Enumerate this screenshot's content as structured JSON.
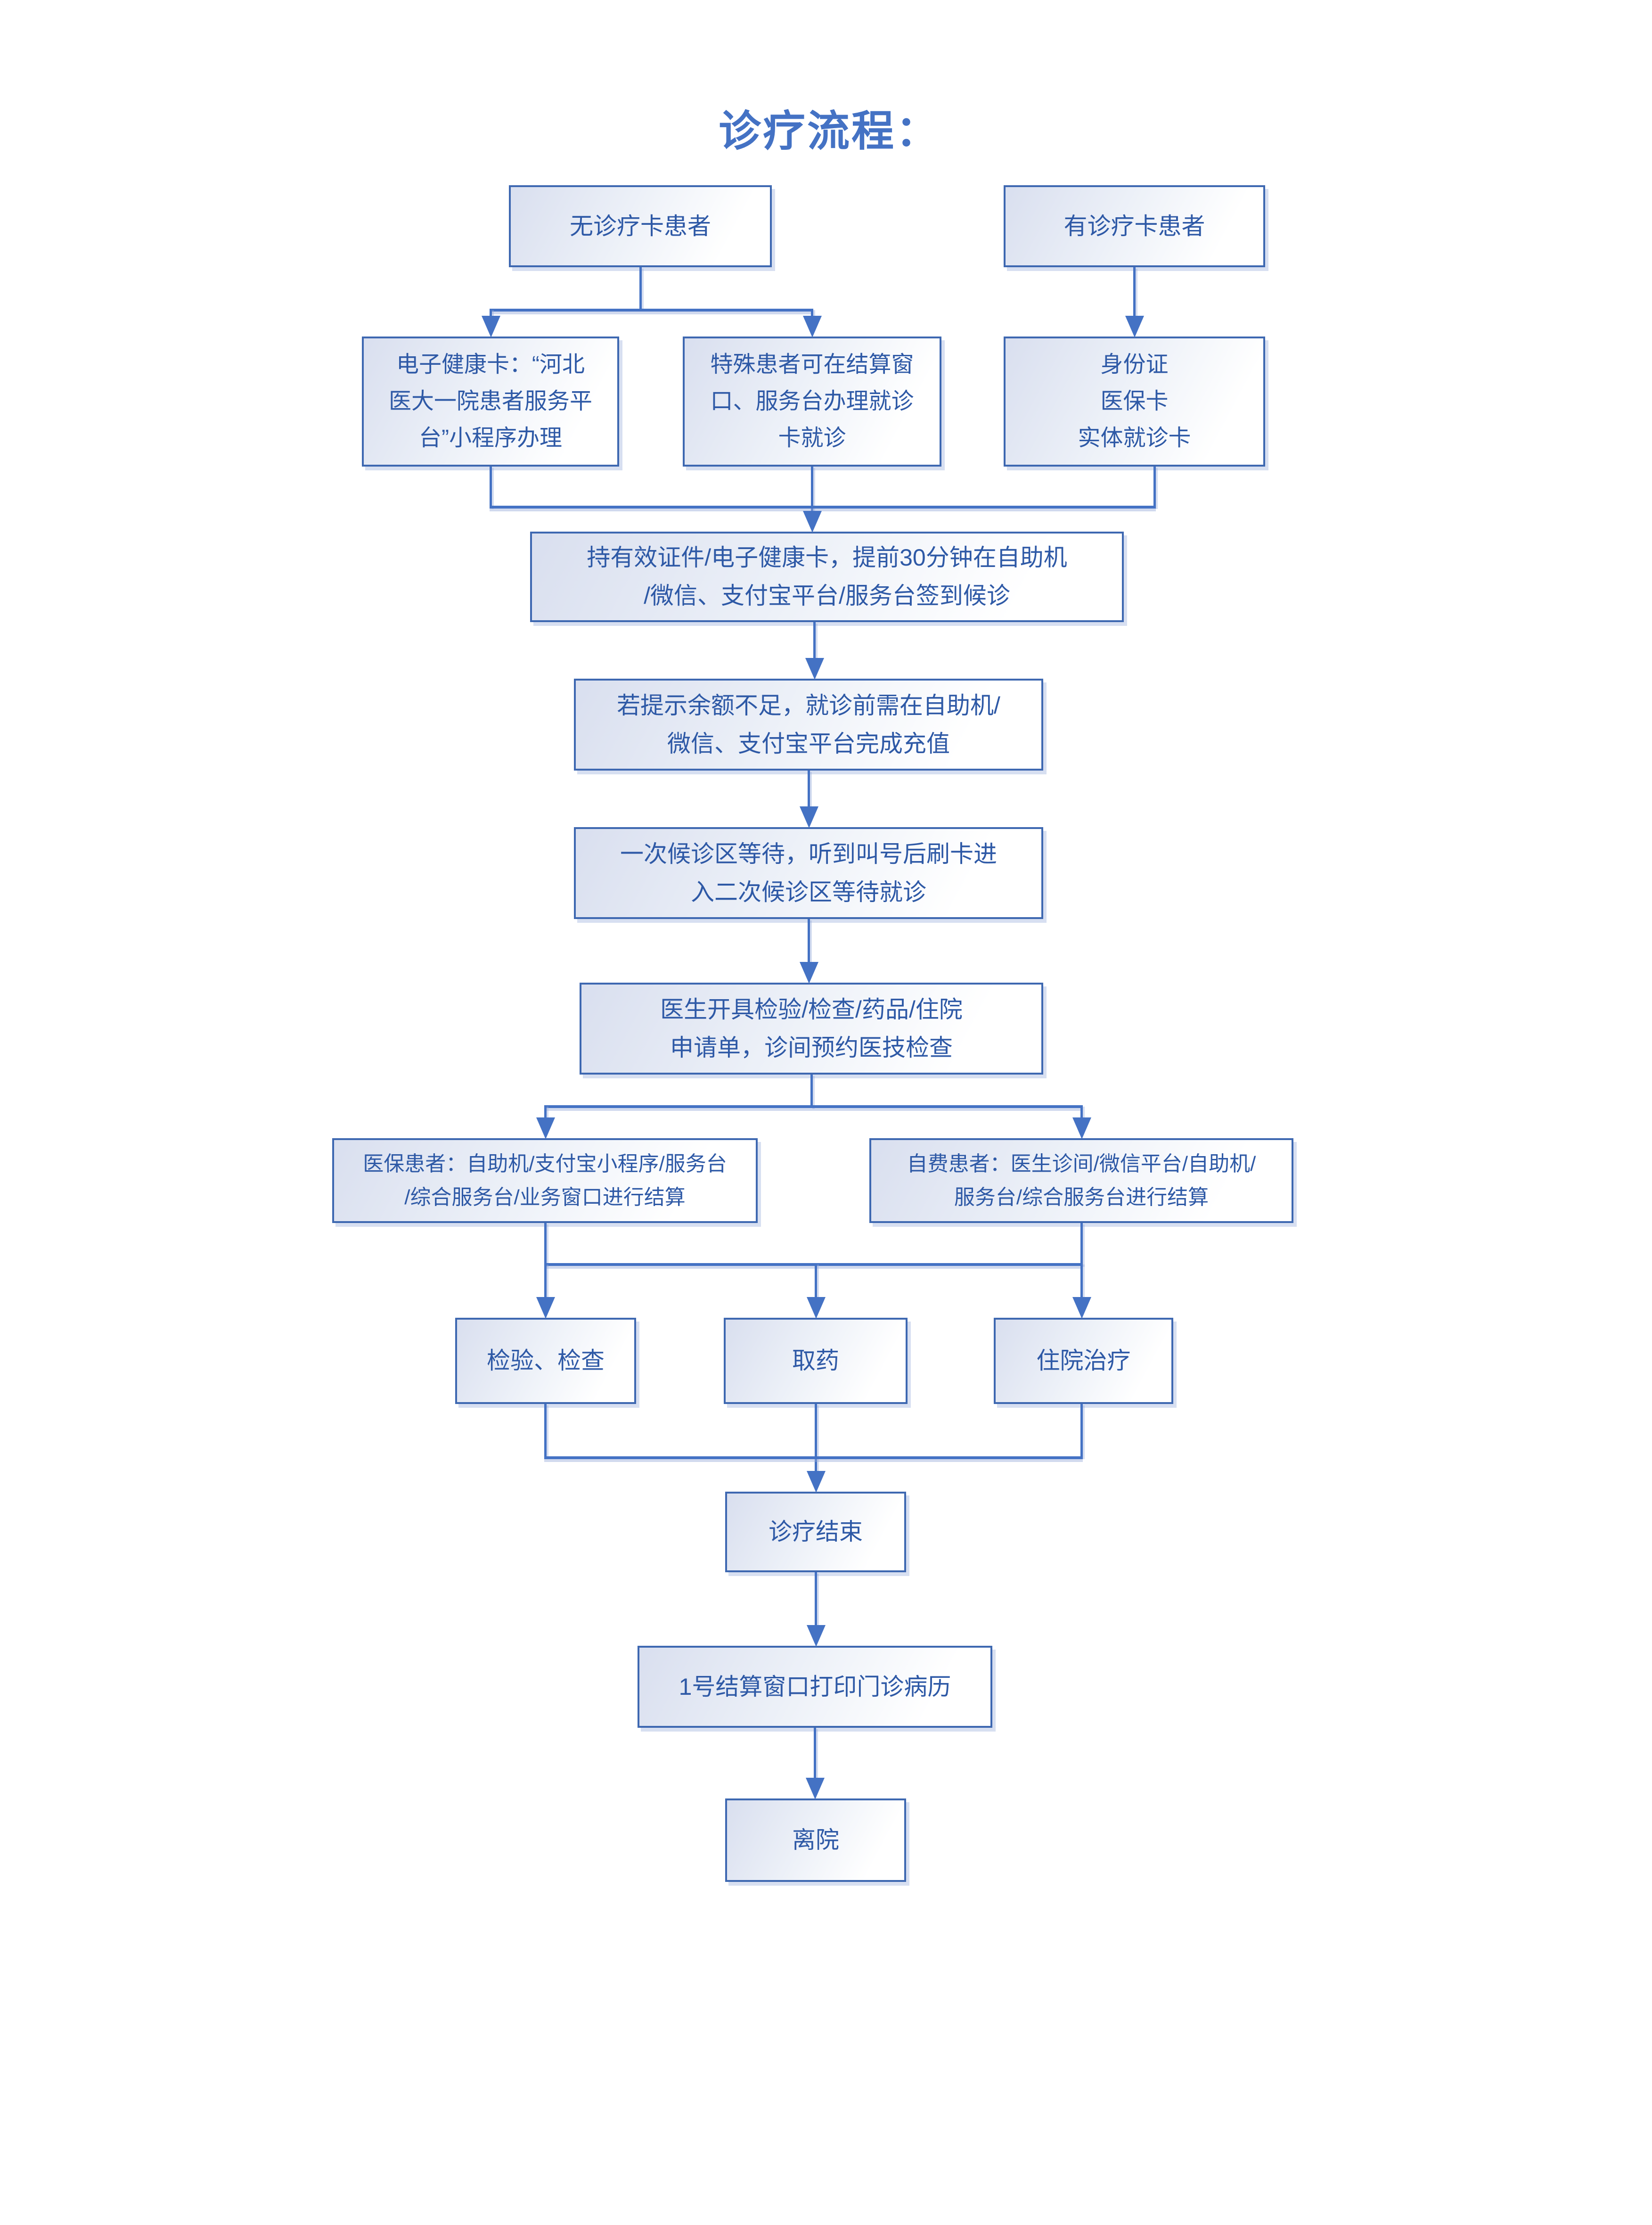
{
  "title": "诊疗流程：",
  "colors": {
    "accent": "#4472C4",
    "box_border": "#3E68B1",
    "text": "#2E59A6",
    "box_fill_light": "#D9DFEF"
  },
  "nodes": {
    "no_card": {
      "lines": [
        "无诊疗卡患者"
      ]
    },
    "has_card": {
      "lines": [
        "有诊疗卡患者"
      ]
    },
    "ehealth_card": {
      "lines": [
        "电子健康卡：“河北",
        "医大一院患者服务平",
        "台”小程序办理"
      ]
    },
    "special_window": {
      "lines": [
        "特殊患者可在结算窗",
        "口、服务台办理就诊",
        "卡就诊"
      ]
    },
    "id_cards": {
      "lines": [
        "身份证",
        "医保卡",
        "实体就诊卡"
      ]
    },
    "checkin": {
      "lines": [
        "持有效证件/电子健康卡，提前30分钟在自助机",
        "/微信、支付宝平台/服务台签到候诊"
      ]
    },
    "recharge": {
      "lines": [
        "若提示余额不足，就诊前需在自助机/",
        "微信、支付宝平台完成充值"
      ]
    },
    "waiting_area": {
      "lines": [
        "一次候诊区等待，听到叫号后刷卡进",
        "入二次候诊区等待就诊"
      ]
    },
    "doctor_order": {
      "lines": [
        "医生开具检验/检查/药品/住院",
        "申请单，诊间预约医技检查"
      ]
    },
    "insured_settle": {
      "lines": [
        "医保患者：自助机/支付宝小程序/服务台",
        "/综合服务台/业务窗口进行结算"
      ]
    },
    "selfpay_settle": {
      "lines": [
        "自费患者：医生诊间/微信平台/自助机/",
        "服务台/综合服务台进行结算"
      ]
    },
    "lab_exam": {
      "lines": [
        "检验、检查"
      ]
    },
    "pharmacy": {
      "lines": [
        "取药"
      ]
    },
    "hospitalization": {
      "lines": [
        "住院治疗"
      ]
    },
    "treatment_end": {
      "lines": [
        "诊疗结束"
      ]
    },
    "print_record": {
      "lines": [
        "1号结算窗口打印门诊病历"
      ]
    },
    "leave": {
      "lines": [
        "离院"
      ]
    }
  }
}
